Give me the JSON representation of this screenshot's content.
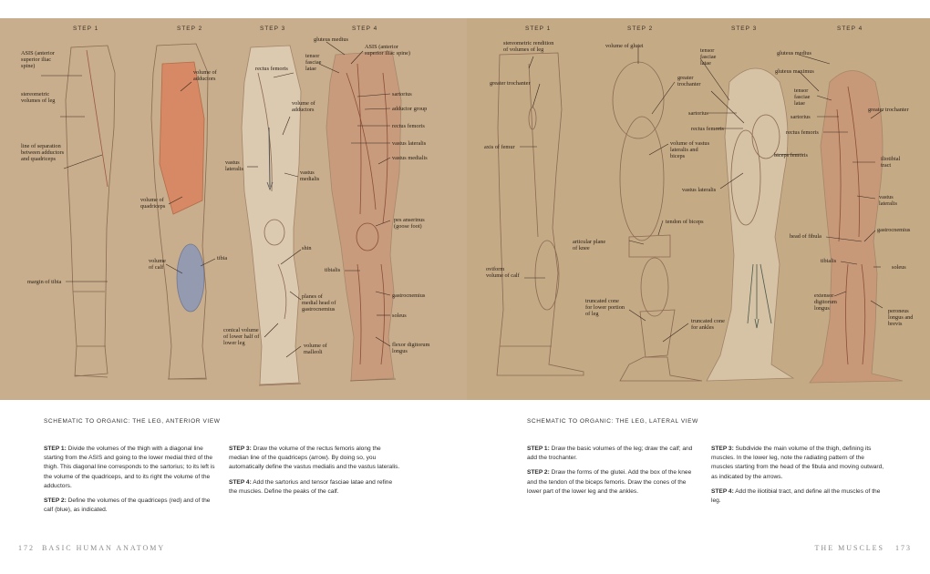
{
  "left": {
    "steps": [
      "STEP 1",
      "STEP 2",
      "STEP 3",
      "STEP 4"
    ],
    "labels": {
      "asis": "ASIS (anterior\nsuperior iliac\nspine)",
      "stereo": "stereometric\nvolumes of leg",
      "sep": "line of separation\nbetween adductors\nand quadriceps",
      "margin_tibia": "margin of tibia",
      "vol_add": "volume of\nadductors",
      "vol_quad": "volume of\nquadriceps",
      "vol_calf": "volume\nof calf",
      "tibia": "tibia",
      "rectus": "rectus femoris",
      "vol_add3": "volume of\nadductors",
      "vastus_lat": "vastus\nlateralis",
      "vastus_med": "vastus\nmedialis",
      "shin": "shin",
      "planes": "planes of\nmedial head of\ngastrocnemius",
      "conical": "conical volume\nof lower half of\nlower leg",
      "malleoli": "volume of\nmalleoli",
      "glut_med": "gluteus medius",
      "tfl": "tensor\nfasciae\nlatae",
      "asis4": "ASIS (anterior\nsuperior iliac spine)",
      "sartorius": "sartorius",
      "add_group": "adductor group",
      "rect4": "rectus femoris",
      "vl4": "vastus lateralis",
      "vm4": "vastus medialis",
      "pes": "pes anserinus\n(goose foot)",
      "tibialis": "tibialis",
      "gastro": "gastrocnemius",
      "soleus": "soleus",
      "fdl": "flexor digitorum\nlongus"
    },
    "caption": "SCHEMATIC TO ORGANIC: THE LEG, ANTERIOR VIEW",
    "text": {
      "s1_label": "STEP 1:",
      "s1": "Divide the volumes of the thigh with a diagonal line starting from the ASIS and going to the lower medial third of the thigh. This diagonal line corresponds to the sartorius; to its left is the volume of the quadriceps, and to its right the volume of the adductors.",
      "s2_label": "STEP 2:",
      "s2": "Define the volumes of the quadriceps (red) and of the calf (blue), as indicated.",
      "s3_label": "STEP 3:",
      "s3": "Draw the volume of the rectus femoris along the median line of the quadriceps (arrow). By doing so, you automatically define the vastus medialis and the vastus lateralis.",
      "s4_label": "STEP 4:",
      "s4": "Add the sartorius and tensor fasciae latae and refine the muscles. Define the peaks of the calf."
    },
    "folio_num": "172",
    "folio_title": "BASIC HUMAN ANATOMY"
  },
  "right": {
    "steps": [
      "STEP 1",
      "STEP 2",
      "STEP 3",
      "STEP 4"
    ],
    "labels": {
      "stereo": "stereometric rendition\nof volumes of leg",
      "gt": "greater trochanter",
      "axis": "axis of femur",
      "oviform": "oviform\nvolume of calf",
      "vol_glutei": "volume of glutei",
      "gt2": "greater\ntrochanter",
      "vol_vastus": "volume of vastus\nlateralis and\nbiceps",
      "tendon_biceps": "tendon of biceps",
      "artic": "articular plane\nof knee",
      "trunc_lower": "truncated cone\nfor lower portion\nof leg",
      "trunc_ankles": "truncated cone\nfor ankles",
      "tfl3": "tensor\nfasciae\nlatae",
      "sart3": "sartorius",
      "rect3": "rectus femoris",
      "biceps": "biceps femoris",
      "vl3": "vastus lateralis",
      "glut_med": "gluteus medius",
      "glut_max": "gluteus maximus",
      "tfl4": "tensor\nfasciae\nlatae",
      "sart4": "sartorius",
      "rect4": "rectus femoris",
      "gt4": "greater trochanter",
      "iliotibial": "iliotibial\ntract",
      "vl4": "vastus\nlateralis",
      "head_fib": "head of fibula",
      "gastro": "gastrocnemius",
      "tibialis": "tibialis",
      "soleus": "soleus",
      "edl": "extensor\ndigitorum\nlongus",
      "peroneus": "peroneus\nlongus and\nbrevis"
    },
    "caption": "SCHEMATIC TO ORGANIC: THE LEG, LATERAL VIEW",
    "text": {
      "s1_label": "STEP 1:",
      "s1": "Draw the basic volumes of the leg; draw the calf; and add the trochanter.",
      "s2_label": "STEP 2:",
      "s2": "Draw the forms of the glutei. Add the box of the knee and the tendon of the biceps femoris. Draw the cones of the lower part of the lower leg and the ankles.",
      "s3_label": "STEP 3:",
      "s3": "Subdivide the main volume of the thigh, defining its muscles. In the lower leg, note the radiating pattern of the muscles starting from the head of the fibula and moving outward, as indicated by the arrows.",
      "s4_label": "STEP 4:",
      "s4": "Add the iliotibial tract, and define all the muscles of the leg."
    },
    "folio_num": "173",
    "folio_title": "THE MUSCLES"
  },
  "colors": {
    "paper": "#c8ae8c",
    "quadriceps": "#d9835e",
    "calf": "#8f98b5",
    "muscle": "#c98c70",
    "line": "#7a5a44"
  }
}
